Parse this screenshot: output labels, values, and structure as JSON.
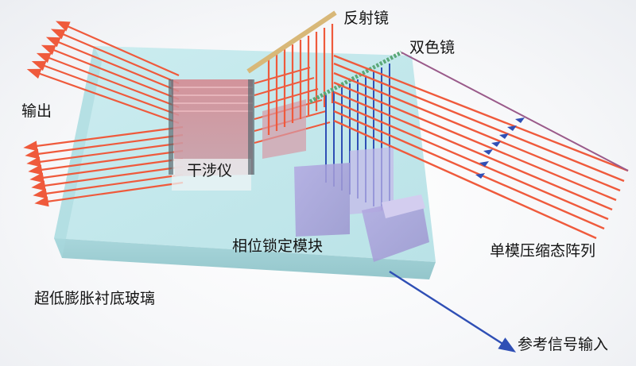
{
  "diagram": {
    "type": "3d-photonic-chip-schematic",
    "labels": {
      "reflector": "反射镜",
      "dichroic_mirror": "双色镜",
      "output": "输出",
      "interferometer": "干涉仪",
      "phase_lock_module": "相位锁定模块",
      "squeezer_array": "单模压缩态阵列",
      "substrate": "超低膨胀衬底玻璃",
      "reference_input": "参考信号输入"
    },
    "colors": {
      "beam_red": "#ef5a3c",
      "beam_blue": "#2f4fb5",
      "beam_purple": "#9a5a8a",
      "glass_top": "#bfe6ea",
      "glass_side": "#9fcfd4",
      "interferometer": "#d79aa0",
      "phase_lock": "#a9a0d8",
      "reflector": "#d8b878",
      "dichroic": "#5aa878"
    },
    "components": [
      {
        "name": "substrate",
        "desc": "ultra-low-expansion glass base plate"
      },
      {
        "name": "interferometer",
        "desc": "stacked beam combiner block"
      },
      {
        "name": "reflector",
        "desc": "gold mirror strip"
      },
      {
        "name": "dichroic_mirror",
        "desc": "green striped mirror"
      },
      {
        "name": "phase_lock_module",
        "desc": "purple detector/modulator blocks"
      },
      {
        "name": "squeezer_array",
        "desc": "array of single-mode squeezed beams (red+blue)"
      },
      {
        "name": "reference_input",
        "desc": "blue reference beam entering chip"
      }
    ],
    "edges": [
      {
        "from": "squeezer_array",
        "to": "dichroic_mirror",
        "beam": "red+blue"
      },
      {
        "from": "dichroic_mirror",
        "to": "phase_lock_module",
        "beam": "blue"
      },
      {
        "from": "dichroic_mirror",
        "to": "reflector",
        "beam": "red"
      },
      {
        "from": "reflector",
        "to": "interferometer",
        "beam": "red"
      },
      {
        "from": "interferometer",
        "to": "output",
        "beam": "red"
      },
      {
        "from": "reference_input",
        "to": "phase_lock_module",
        "beam": "blue"
      }
    ]
  }
}
